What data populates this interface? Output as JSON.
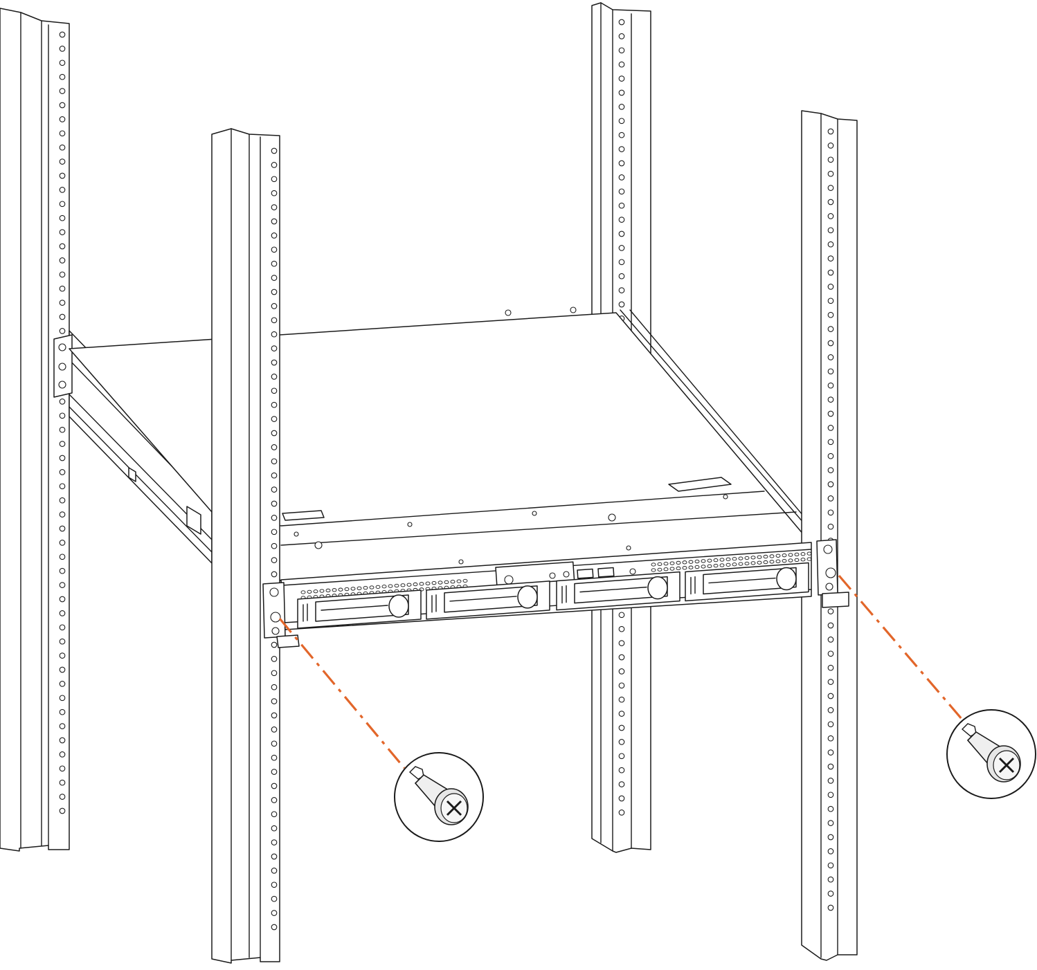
{
  "figure": {
    "subject_icon": "rack-server-install-icon",
    "callout_icon": "thumbscrew-icon",
    "colors": {
      "line": "#1a1a1a",
      "background": "#ffffff",
      "leader": "#e2662a",
      "metal_light": "#efefef",
      "metal_dark": "#555555"
    },
    "callouts": [
      {
        "name": "thumbscrew-callout-left",
        "icon": "thumbscrew-icon"
      },
      {
        "name": "thumbscrew-callout-right",
        "icon": "thumbscrew-icon"
      }
    ],
    "drive_bays": 4
  }
}
